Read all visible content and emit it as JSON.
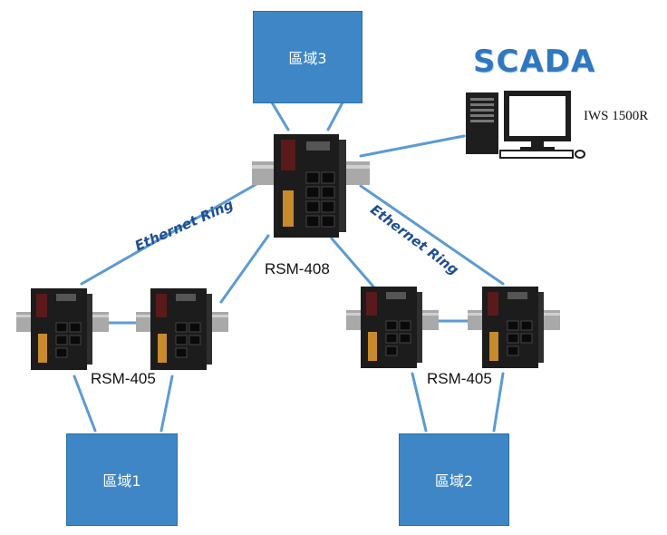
{
  "zones": {
    "zone1": "區域1",
    "zone2": "區域2",
    "zone3": "區域3"
  },
  "devices": {
    "center": "RSM-408",
    "left_pair": "RSM-405",
    "right_pair": "RSM-405"
  },
  "scada": {
    "title": "SCADA",
    "pc_label": "IWS 1500R"
  },
  "ring_labels": {
    "left": "Ethernet Ring",
    "right": "Ethernet Ring"
  },
  "colors": {
    "line": "#5b9bd5",
    "zone_fill": "#3f86c6",
    "switch_body": "#1c1c1c",
    "rail": "#a9a9a9",
    "scada_text": "#2f78c0",
    "ring_text": "#1f4f93"
  }
}
